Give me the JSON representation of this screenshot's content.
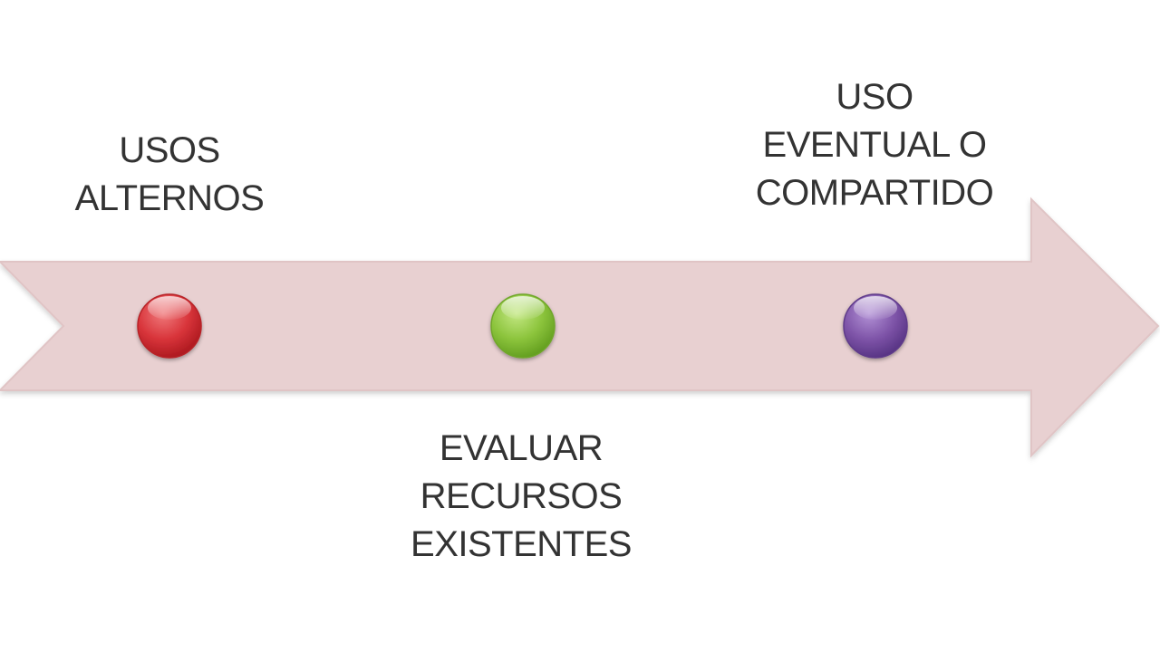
{
  "timeline": {
    "colors": {
      "arrow_fill": "#e8d0d1",
      "arrow_stroke": "#e0c4c5",
      "dot_red": "#d8343a",
      "dot_green": "#8cc43c",
      "dot_purple": "#7e54a8"
    },
    "steps": [
      {
        "lines": [
          "USOS",
          "ALTERNOS"
        ]
      },
      {
        "lines": [
          "EVALUAR",
          "RECURSOS",
          "EXISTENTES"
        ]
      },
      {
        "lines": [
          "USO",
          "EVENTUAL O",
          "COMPARTIDO"
        ]
      }
    ]
  }
}
